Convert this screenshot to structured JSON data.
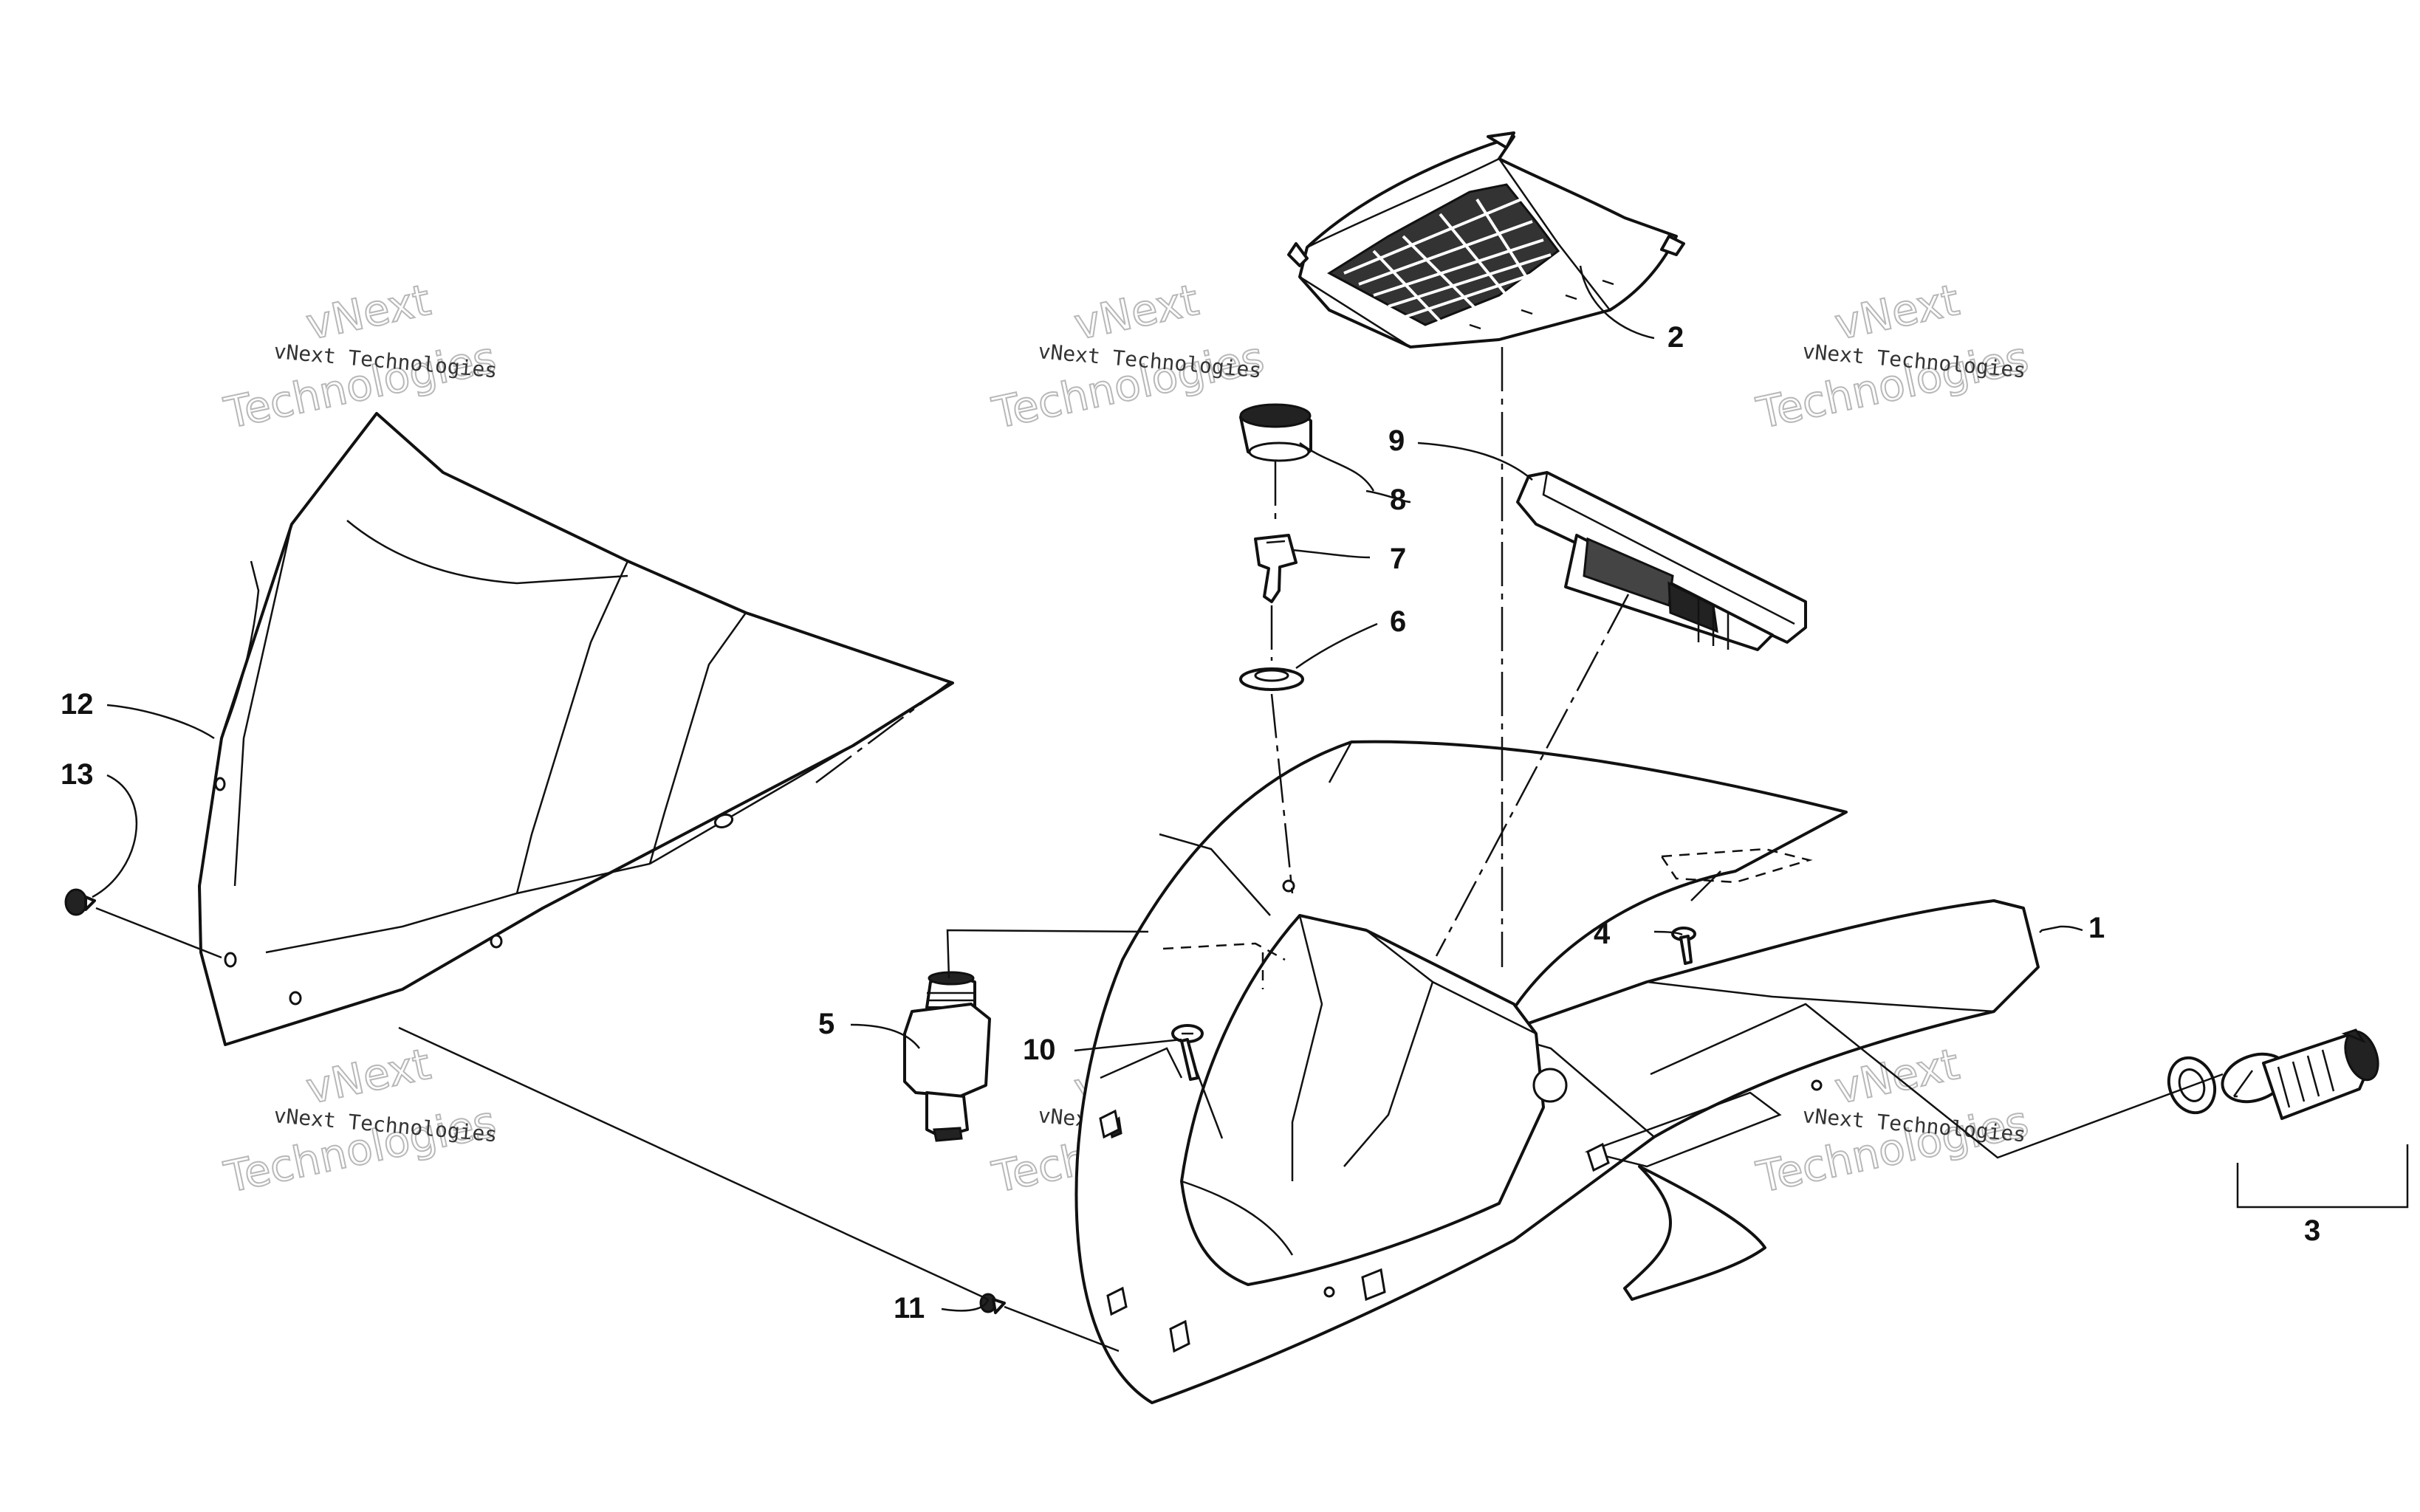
{
  "callouts": {
    "c1": "1",
    "c2": "2",
    "c3": "3",
    "c4": "4",
    "c5": "5",
    "c6": "6",
    "c7": "7",
    "c8": "8",
    "c9": "9",
    "c10": "10",
    "c11": "11",
    "c12": "12",
    "c13": "13"
  },
  "watermark": {
    "line1": "vNext Technologies",
    "line2": "vNext",
    "line3": "Technologies"
  },
  "colors": {
    "ink": "#111111",
    "watermark": "#b8b8b8"
  }
}
